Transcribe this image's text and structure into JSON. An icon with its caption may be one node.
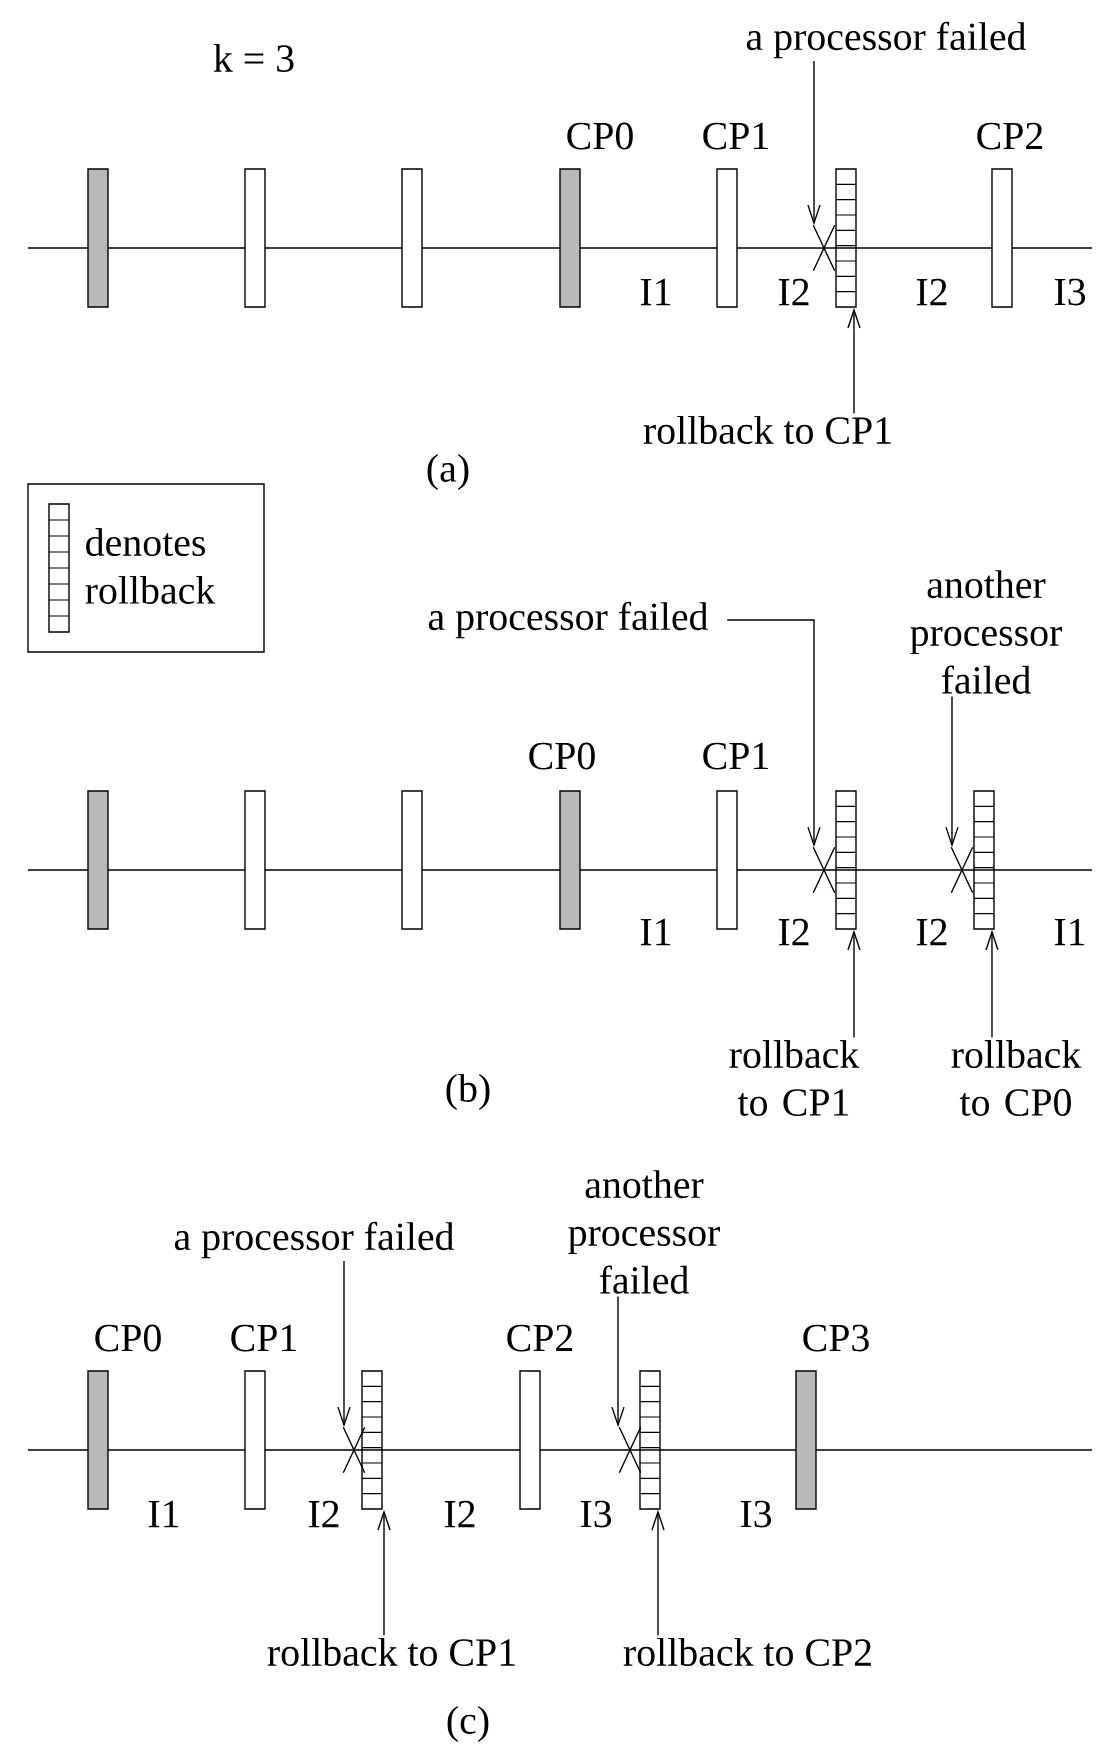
{
  "diagram": {
    "nodes": [
      {
        "text": [],
        "shape": "bar"
      },
      {
        "text": [],
        "shape": "bar"
      },
      {
        "text": [],
        "shape": "bar"
      },
      {
        "text": [
          "CP0"
        ]
      },
      {
        "text": [
          "CP1"
        ]
      },
      {
        "text": [
          "a processor failed"
        ]
      },
      {
        "text": [],
        "shape": "cross"
      },
      {
        "text": [],
        "shape": "bar"
      },
      {
        "text": [
          "CP2"
        ]
      },
      {
        "text": [
          "rollback to CP1"
        ]
      },
      {
        "text": [],
        "shape": "bar"
      },
      {
        "text": [],
        "shape": "bar"
      },
      {
        "text": [],
        "shape": "bar"
      },
      {
        "text": [
          "CP0"
        ]
      },
      {
        "text": [
          "CP1"
        ]
      },
      {
        "text": [
          "a processor failed"
        ]
      },
      {
        "text": [
          "another processor failed"
        ]
      },
      {
        "text": [],
        "shape": "cross"
      },
      {
        "text": [],
        "shape": "bar"
      },
      {
        "text": [],
        "shape": "cross"
      },
      {
        "text": [],
        "shape": "bar"
      },
      {
        "text": [
          "rollback to CP1"
        ]
      },
      {
        "text": [
          "rollback to CP0"
        ]
      },
      {
        "text": [
          "a processor failed"
        ]
      },
      {
        "text": [
          "another processor failed"
        ]
      },
      {
        "text": [
          "CP0"
        ]
      },
      {
        "text": [
          "CP1"
        ]
      },
      {
        "text": [],
        "shape": "cross"
      },
      {
        "text": [],
        "shape": "bar"
      },
      {
        "text": [
          "CP2"
        ]
      },
      {
        "text": [],
        "shape": "cross"
      },
      {
        "text": [],
        "shape": "bar"
      },
      {
        "text": [
          "CP3"
        ]
      },
      {
        "text": [
          "rollback to CP1"
        ]
      },
      {
        "text": [
          "rollback to CP2"
        ]
      }
    ],
    "edges": [
      {
        "from": 5,
        "to": 6,
        "arrow": "to"
      },
      {
        "from": 9,
        "to": 7,
        "arrow": "to"
      },
      {
        "from": 15,
        "to": 17,
        "arrow": "to"
      },
      {
        "from": 16,
        "to": 19,
        "arrow": "to"
      },
      {
        "from": 21,
        "to": 18,
        "arrow": "to"
      },
      {
        "from": 22,
        "to": 20,
        "arrow": "to"
      },
      {
        "from": 23,
        "to": 27,
        "arrow": "to"
      },
      {
        "from": 24,
        "to": 30,
        "arrow": "to"
      },
      {
        "from": 33,
        "to": 28,
        "arrow": "to"
      },
      {
        "from": 34,
        "to": 31,
        "arrow": "to"
      }
    ],
    "labels": [
      "k = 3",
      "I1",
      "I2",
      "I2",
      "I3",
      "(a)",
      "I1",
      "I2",
      "I2",
      "I1",
      "(b)",
      "I1",
      "I2",
      "I2",
      "I3",
      "I3",
      "(c)"
    ],
    "legend": [
      {
        "text": "denotes rollback"
      }
    ]
  }
}
